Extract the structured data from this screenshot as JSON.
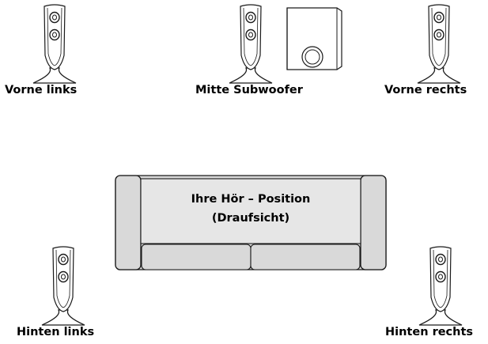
{
  "labels": {
    "front_left": "Vorne links",
    "center_sub": "Mitte Subwoofer",
    "front_right": "Vorne rechts",
    "rear_left": "Hinten links",
    "rear_right": "Hinten rechts"
  },
  "sofa": {
    "line1": "Ihre Hör – Position",
    "line2": "(Draufsicht)"
  },
  "colors": {
    "outline": "#1a1a1a",
    "sofa_fill": "#d9d9d9",
    "speaker_fill": "#ffffff"
  }
}
